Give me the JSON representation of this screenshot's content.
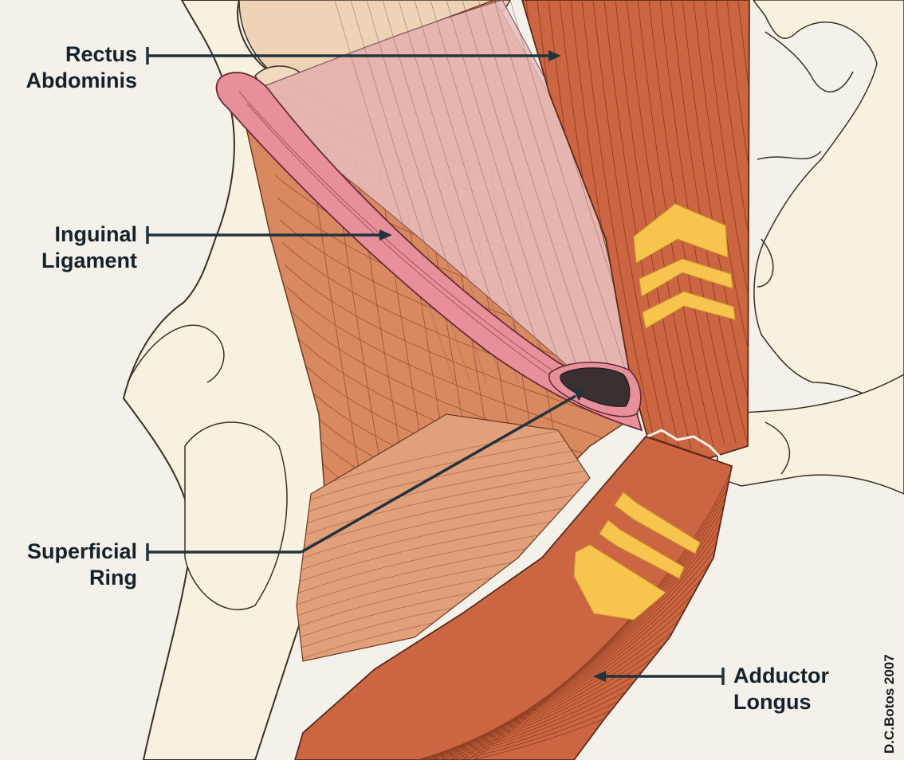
{
  "labels": {
    "rectus_abdominis": [
      "Rectus",
      "Abdominis"
    ],
    "inguinal_ligament": [
      "Inguinal",
      "Ligament"
    ],
    "superficial_ring": [
      "Superficial",
      "Ring"
    ],
    "adductor_longus": [
      "Adductor",
      "Longus"
    ]
  },
  "credit": "D.C.Botos 2007",
  "colors": {
    "background": "#f4f1ea",
    "bone": "#f9f1df",
    "bone_outline": "#3a3026",
    "muscle_dark": "#cc6642",
    "muscle_mid": "#d9895f",
    "muscle_light": "#e6ad8a",
    "aponeurosis": "#e7bdbd",
    "ligament": "#e7909c",
    "ring": "#3a3030",
    "chevron": "#f7c54e",
    "label_text": "#16222b",
    "leader_line": "#22333d"
  }
}
